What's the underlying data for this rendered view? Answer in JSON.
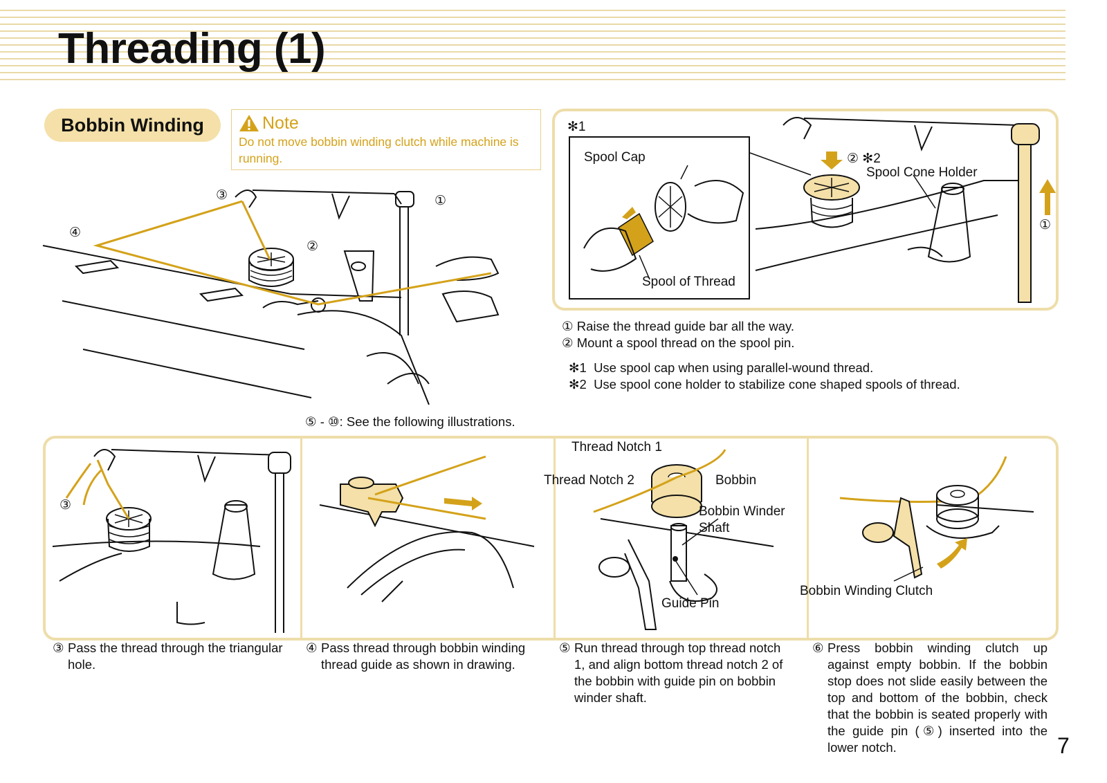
{
  "page": {
    "title": "Threading (1)",
    "page_number": "7"
  },
  "section": {
    "heading": "Bobbin Winding"
  },
  "note": {
    "title": "Note",
    "text": "Do not move bobbin winding clutch while machine is running."
  },
  "fig1": {
    "labels": [
      "③",
      "④",
      "②",
      "①"
    ],
    "caption": "⑤ - ⑩: See the following illustrations."
  },
  "fig2": {
    "mark1": "✻1",
    "spool_cap": "Spool Cap",
    "spool_of_thread": "Spool of Thread",
    "mark2": "② ✻2",
    "spool_cone_holder": "Spool Cone Holder",
    "mark3": "①"
  },
  "instructions": {
    "step1": "① Raise the thread guide bar all the way.",
    "step2": "② Mount a spool thread on the spool pin.",
    "foot1": "✻1  Use spool cap when using parallel-wound thread.",
    "foot2": "✻2  Use spool cone holder to stabilize cone shaped spools of thread."
  },
  "panels": {
    "p1": {
      "label": "③"
    },
    "p3": {
      "thread_notch_1": "Thread Notch 1",
      "thread_notch_2": "Thread Notch 2",
      "bobbin": "Bobbin",
      "bobbin_winder_shaft": "Bobbin Winder Shaft",
      "guide_pin": "Guide Pin"
    },
    "p4": {
      "bobbin_winding_clutch": "Bobbin Winding Clutch"
    }
  },
  "captions": [
    {
      "num": "③",
      "text": "Pass the thread through the triangular hole."
    },
    {
      "num": "④",
      "text": "Pass thread through bobbin winding thread guide as shown in drawing."
    },
    {
      "num": "⑤",
      "text": "Run thread through top thread notch 1, and align bottom thread notch 2 of the bobbin with guide pin on bobbin winder shaft."
    },
    {
      "num": "⑥",
      "text": "Press bobbin winding clutch up against empty bobbin. If the bobbin stop does not slide easily between the top and bottom of the bobbin, check that the bobbin is seated properly with the guide pin (⑤) inserted into the lower notch."
    }
  ],
  "colors": {
    "accent": "#d4a21a",
    "panel_border": "#eedda9",
    "pill": "#f4e0a8",
    "stripe": "#e9d9a6"
  }
}
